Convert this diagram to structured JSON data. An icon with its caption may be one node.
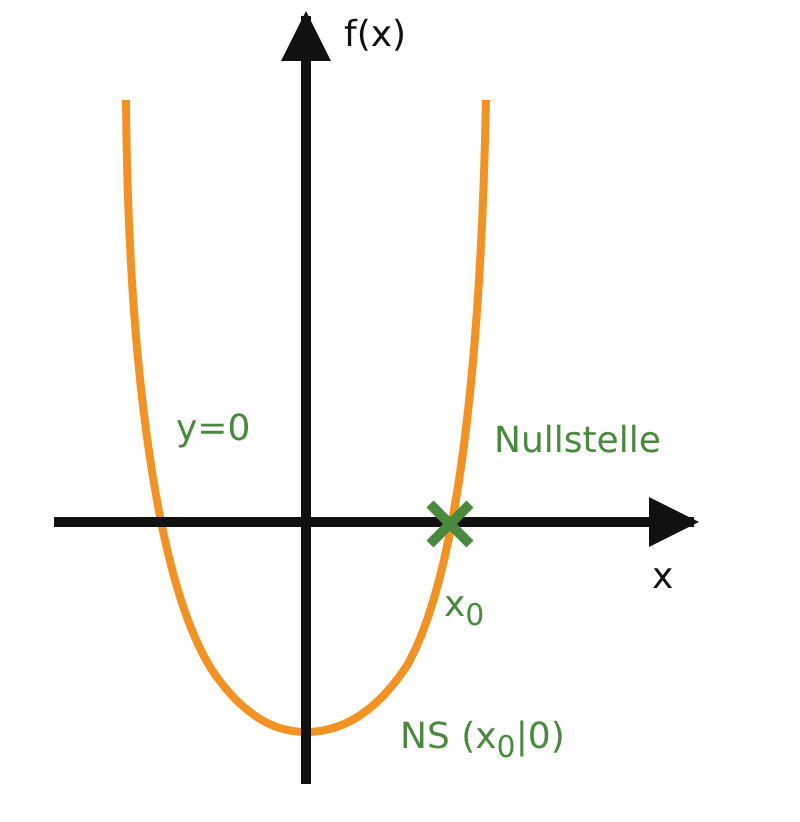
{
  "diagram": {
    "labels": [
      "f(x)",
      "x",
      "y=0",
      "Nullstelle",
      "x$_{0}$",
      "NS (x$_{0}$|0)"
    ]
  }
}
